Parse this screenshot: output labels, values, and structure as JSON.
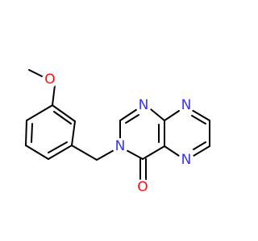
{
  "molecule": {
    "colors": {
      "bond": "#000000",
      "N": "#3333ff",
      "O": "#ff0d0d",
      "background": "#ffffff"
    },
    "atoms": {
      "o_ether": "O",
      "n3": "N",
      "n1": "N",
      "n8": "N",
      "n5": "N",
      "o_carbonyl": "O"
    }
  }
}
